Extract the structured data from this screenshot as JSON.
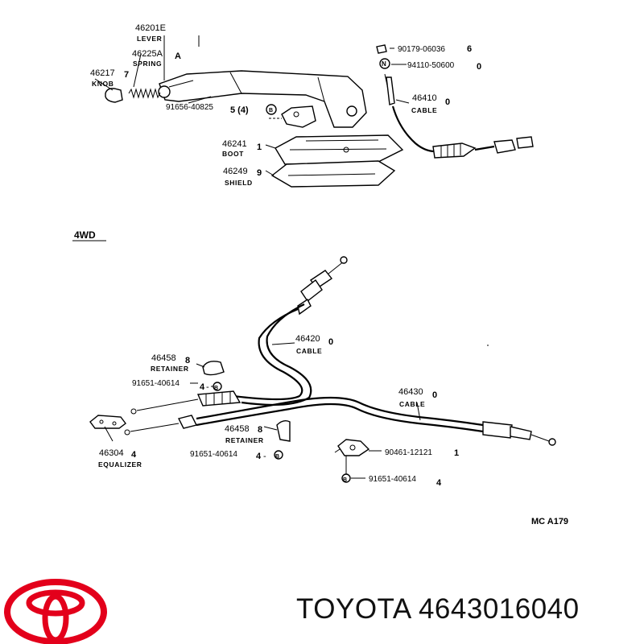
{
  "brand": {
    "logo": "toyota-emblem",
    "logo_color": "#e3001b",
    "title": "TOYOTA 4643016040"
  },
  "section_label": "4WD",
  "ref_code": "MC A179",
  "parts": [
    {
      "id": "lever",
      "number": "46201E",
      "name": "LEVER",
      "qty": ""
    },
    {
      "id": "spring",
      "number": "46225A",
      "name": "SPRING",
      "qty": "A"
    },
    {
      "id": "knob",
      "number": "46217",
      "name": "KNOB",
      "qty": "7"
    },
    {
      "id": "bolt-lever",
      "number": "91656-40825",
      "name": "",
      "qty": ""
    },
    {
      "id": "bolt-count",
      "number": "",
      "name": "",
      "qty": "5 (4)"
    },
    {
      "id": "boot",
      "number": "46241",
      "name": "BOOT",
      "qty": "1"
    },
    {
      "id": "shield",
      "number": "46249",
      "name": "SHIELD",
      "qty": "9"
    },
    {
      "id": "bolt-top",
      "number": "90179-06036",
      "name": "",
      "qty": "6"
    },
    {
      "id": "nut-top",
      "number": "94110-50600",
      "name": "",
      "qty": "0"
    },
    {
      "id": "cable-front",
      "number": "46410",
      "name": "CABLE",
      "qty": "0"
    },
    {
      "id": "cable-4wd-upper",
      "number": "46420",
      "name": "CABLE",
      "qty": "0"
    },
    {
      "id": "retainer-1",
      "number": "46458",
      "name": "RETAINER",
      "qty": "8"
    },
    {
      "id": "bolt-retainer-1",
      "number": "91651-40614",
      "name": "",
      "qty": "4"
    },
    {
      "id": "cable-4wd-rear",
      "number": "46430",
      "name": "CABLE",
      "qty": "0"
    },
    {
      "id": "retainer-2",
      "number": "46458",
      "name": "RETAINER",
      "qty": "8"
    },
    {
      "id": "bolt-retainer-2",
      "number": "91651-40614",
      "name": "",
      "qty": "4"
    },
    {
      "id": "equalizer",
      "number": "46304",
      "name": "EQUALIZER",
      "qty": "4"
    },
    {
      "id": "clamp",
      "number": "90461-12121",
      "name": "",
      "qty": "1"
    },
    {
      "id": "bolt-clamp",
      "number": "91651-40614",
      "name": "",
      "qty": "4"
    }
  ]
}
